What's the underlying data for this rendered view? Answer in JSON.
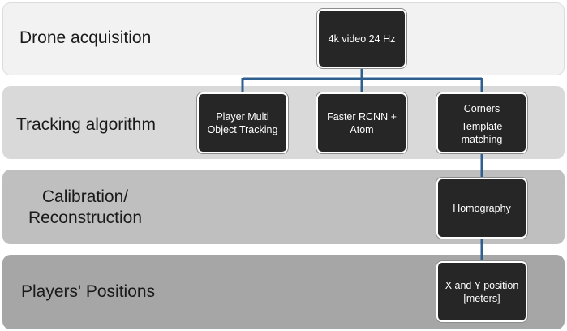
{
  "bands": [
    {
      "label": "Drone acquisition"
    },
    {
      "label": "Tracking algorithm"
    },
    {
      "label": "Calibration/\nReconstruction"
    },
    {
      "label": "Players' Positions"
    }
  ],
  "boxes": {
    "video": "4k video 24 Hz",
    "player_tracking": "Player Multi\nObject Tracking",
    "faster_rcnn": "Faster RCNN +\nAtom",
    "corners_line1": "Corners",
    "corners_line2": "Template\nmatching",
    "homography": "Homography",
    "xy_position": "X and Y position\n[meters]"
  },
  "colors": {
    "connector": "#2e5f8f",
    "box_fill": "#262626"
  }
}
